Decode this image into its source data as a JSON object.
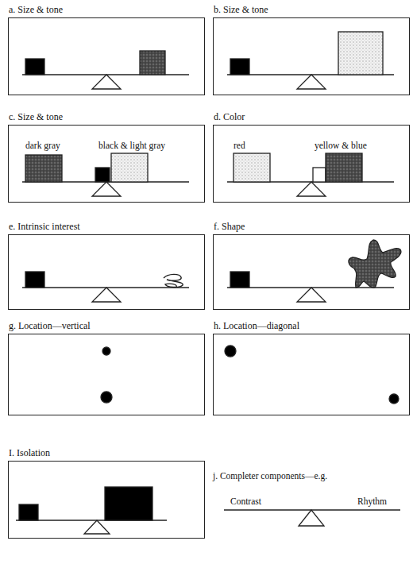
{
  "diagram": {
    "nodes": [
      {
        "text": [
          "a. Size & tone"
        ]
      },
      {
        "text": [
          "b. Size & tone"
        ]
      },
      {
        "text": [
          "c. Size & tone"
        ]
      },
      {
        "text": [
          "d. Color"
        ]
      },
      {
        "text": [
          "e. Intrinsic interest"
        ]
      },
      {
        "text": [
          "f. Shape"
        ]
      },
      {
        "text": [
          "g. Location—vertical"
        ]
      },
      {
        "text": [
          "h. Location—diagonal"
        ]
      },
      {
        "text": [
          "I. Isolation"
        ]
      }
    ],
    "labels": [
      "dark gray",
      "black & light gray",
      "red",
      "yellow & blue",
      "j. Completer components—e.g.",
      "Contrast",
      "Rhythm"
    ]
  }
}
